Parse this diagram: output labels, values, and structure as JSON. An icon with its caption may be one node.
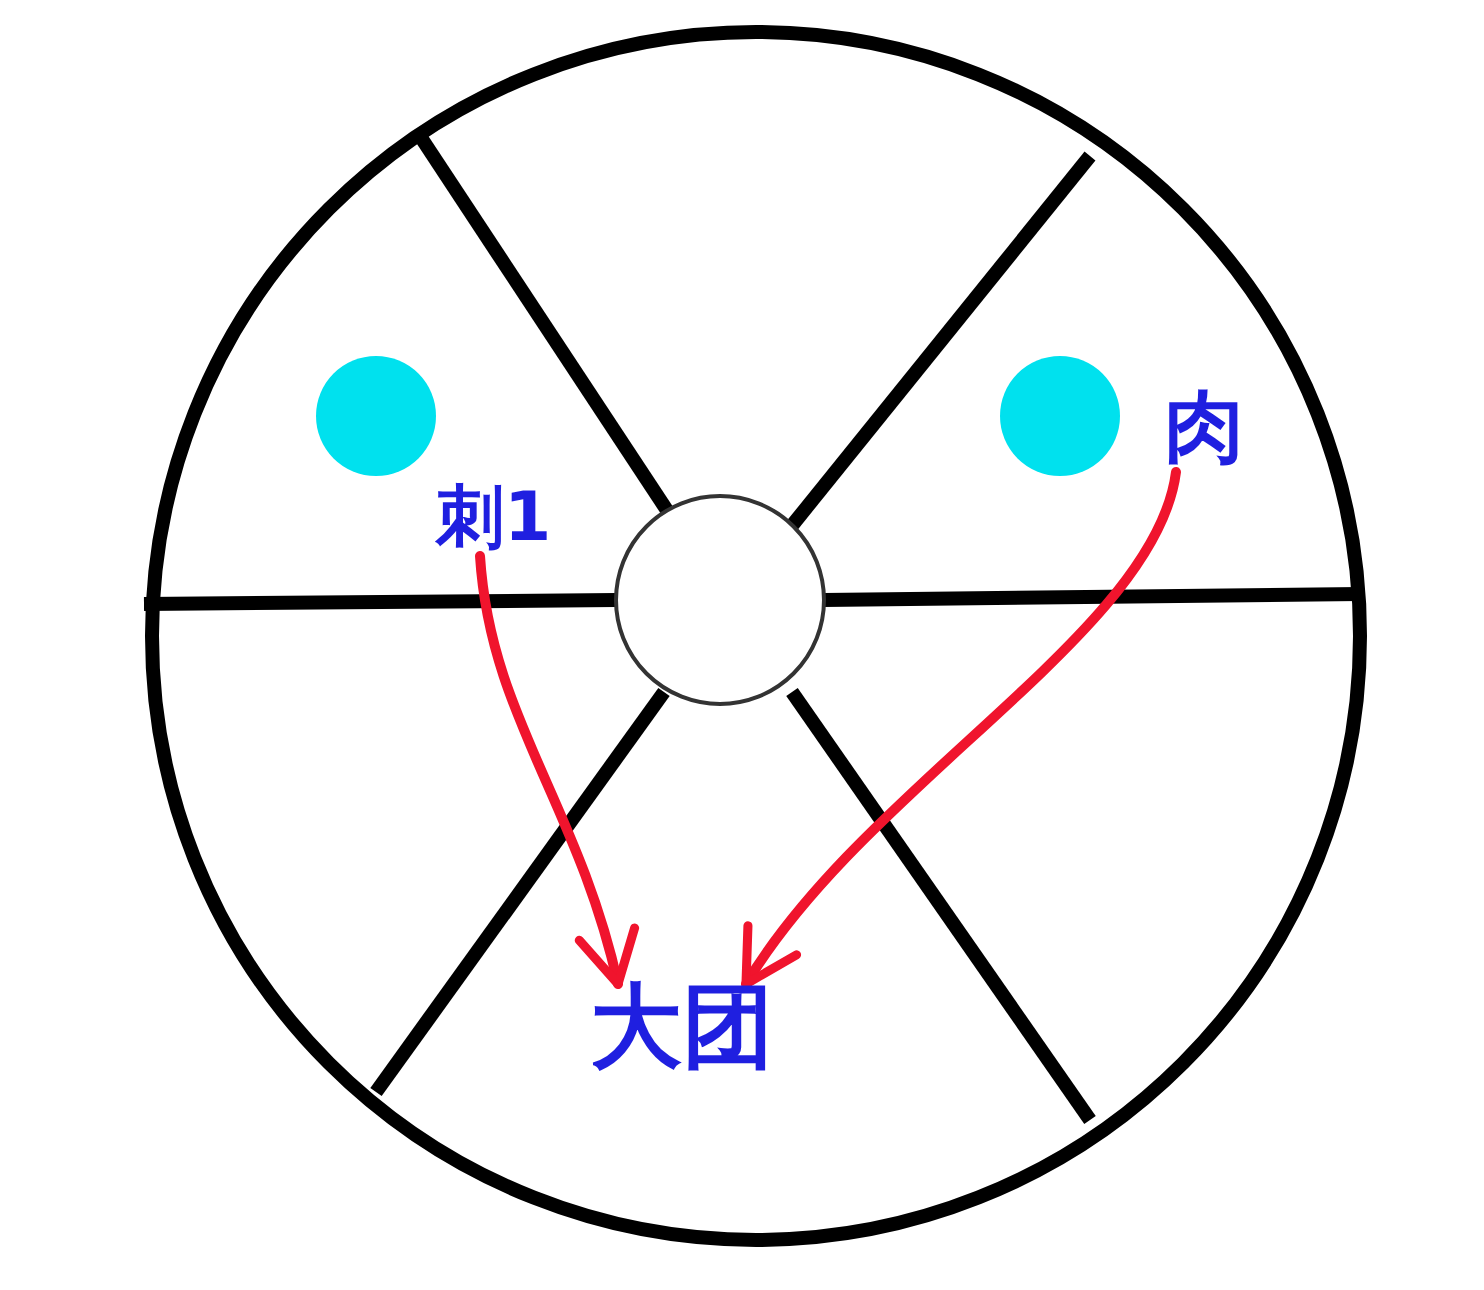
{
  "diagram": {
    "nodes": [
      {
        "text": [
          "刺1"
        ]
      },
      {
        "text": [
          "肉"
        ]
      },
      {
        "text": [
          "大团"
        ]
      }
    ],
    "edges": [
      {
        "from": 0,
        "to": 2,
        "arrow": "to"
      },
      {
        "from": 1,
        "to": 2,
        "arrow": "to"
      }
    ]
  }
}
